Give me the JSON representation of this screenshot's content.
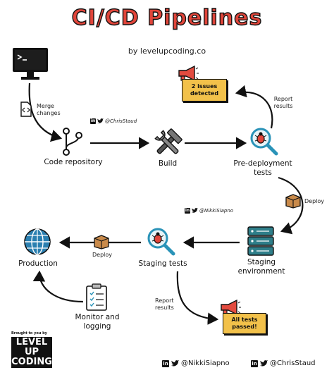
{
  "title": "CI/CD Pipelines",
  "byline": "by levelupcoding.co",
  "nodes": {
    "code_repository": "Code repository",
    "build": "Build",
    "pre_deployment_tests": "Pre-deployment tests",
    "staging_environment": "Staging environment",
    "staging_tests": "Staging tests",
    "production": "Production",
    "monitor_and_logging": "Monitor and logging"
  },
  "edge_labels": {
    "merge_changes": "Merge changes",
    "report_results_top": "Report results",
    "deploy_right": "Deploy",
    "deploy_left": "Deploy",
    "report_results_bottom": "Report results"
  },
  "notes": {
    "issues": "2 issues detected",
    "passed": "All tests passed!"
  },
  "handles": {
    "chris_tag": "@ChrisStaud",
    "nikki_tag": "@NikkiSiapno"
  },
  "branding": {
    "brought_to_you": "Brought to you by",
    "logo_line1": "LEVEL UP",
    "logo_line2": "CODING"
  },
  "footer": {
    "nikki": "@NikkiSiapno",
    "chris": "@ChrisStaud"
  },
  "icons": {
    "linkedin": "linkedin-icon",
    "twitter": "twitter-icon",
    "monitor": "monitor-icon",
    "code_file": "code-file-icon",
    "git_branch": "git-branch-icon",
    "tools": "hammer-wrench-icon",
    "bug_magnifier": "bug-magnifier-icon",
    "megaphone": "megaphone-icon",
    "box": "package-box-icon",
    "server": "server-rack-icon",
    "globe": "globe-icon",
    "clipboard": "clipboard-icon"
  },
  "colors": {
    "title": "#e0453a",
    "note": "#f2c14a",
    "megaphone": "#e34b3f",
    "bug": "#e0453a",
    "magnifier": "#2a93b8",
    "box": "#c98a4a",
    "server": "#2f7f8a",
    "globe": "#2a7fb0",
    "tools": "#555555"
  }
}
